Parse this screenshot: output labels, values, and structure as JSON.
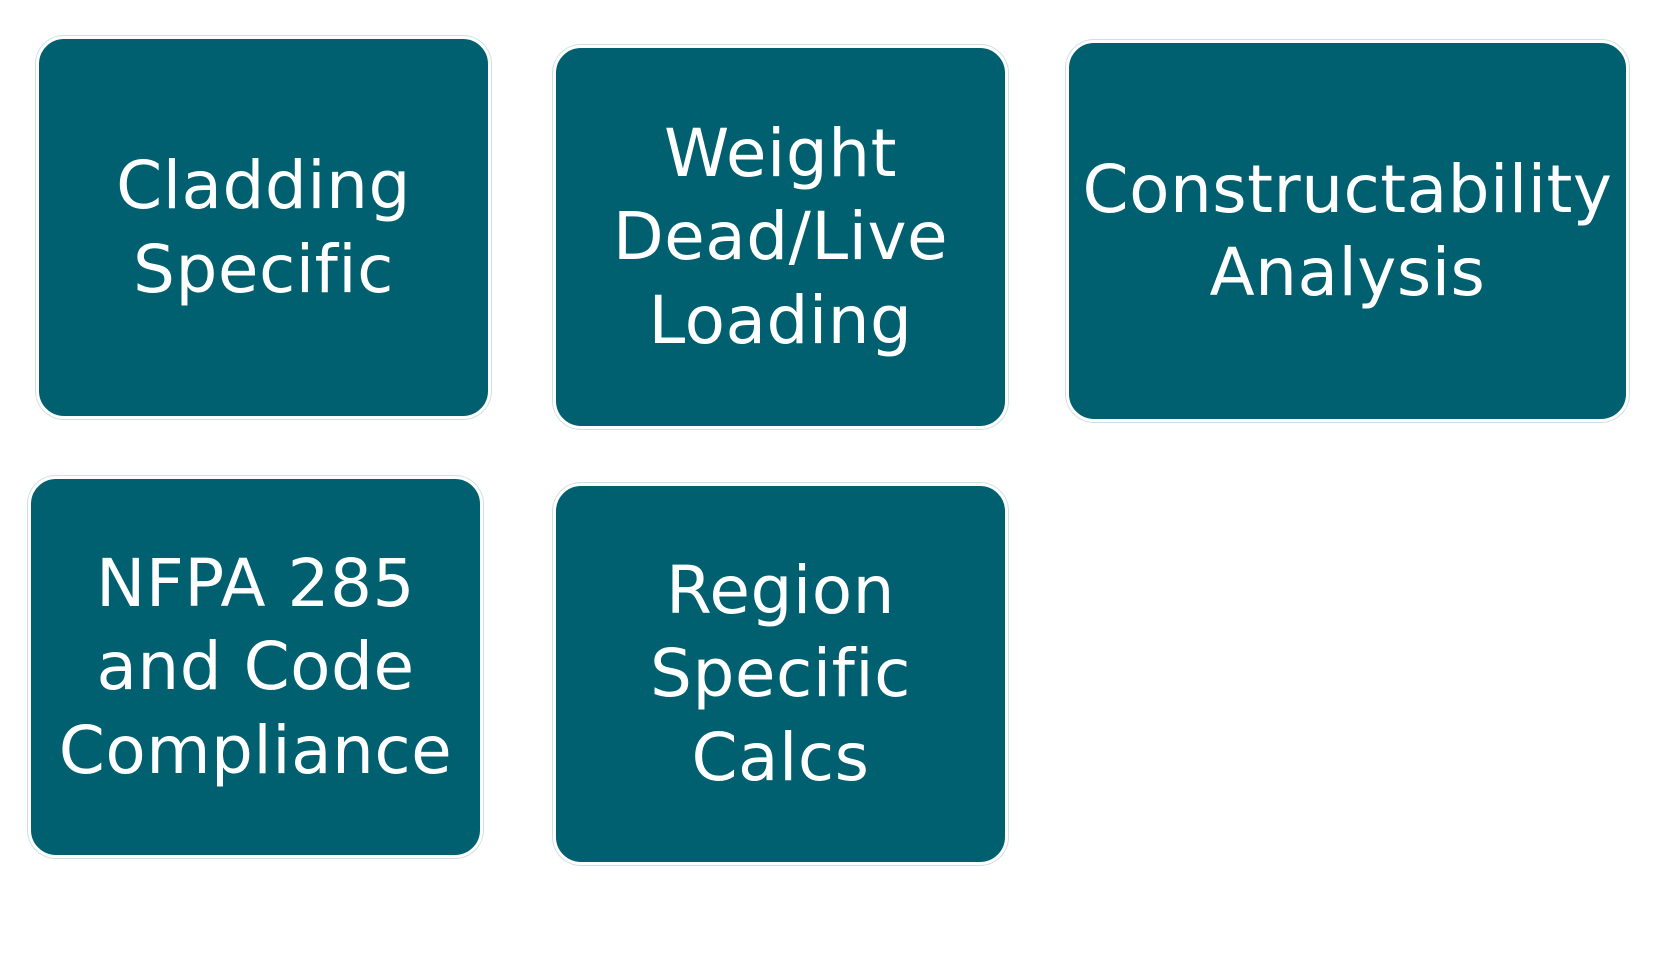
{
  "tiles": [
    {
      "lines": [
        "Cladding",
        "Specific"
      ]
    },
    {
      "lines": [
        "Weight",
        "Dead/Live",
        "Loading"
      ]
    },
    {
      "lines": [
        "Constructability",
        "Analysis"
      ]
    },
    {
      "lines": [
        "NFPA 285",
        "and Code",
        "Compliance"
      ]
    },
    {
      "lines": [
        "Region",
        "Specific",
        "Calcs"
      ]
    }
  ],
  "colors": {
    "tile_fill": "#00606f",
    "tile_text": "#ffffff",
    "background": "#ffffff"
  }
}
